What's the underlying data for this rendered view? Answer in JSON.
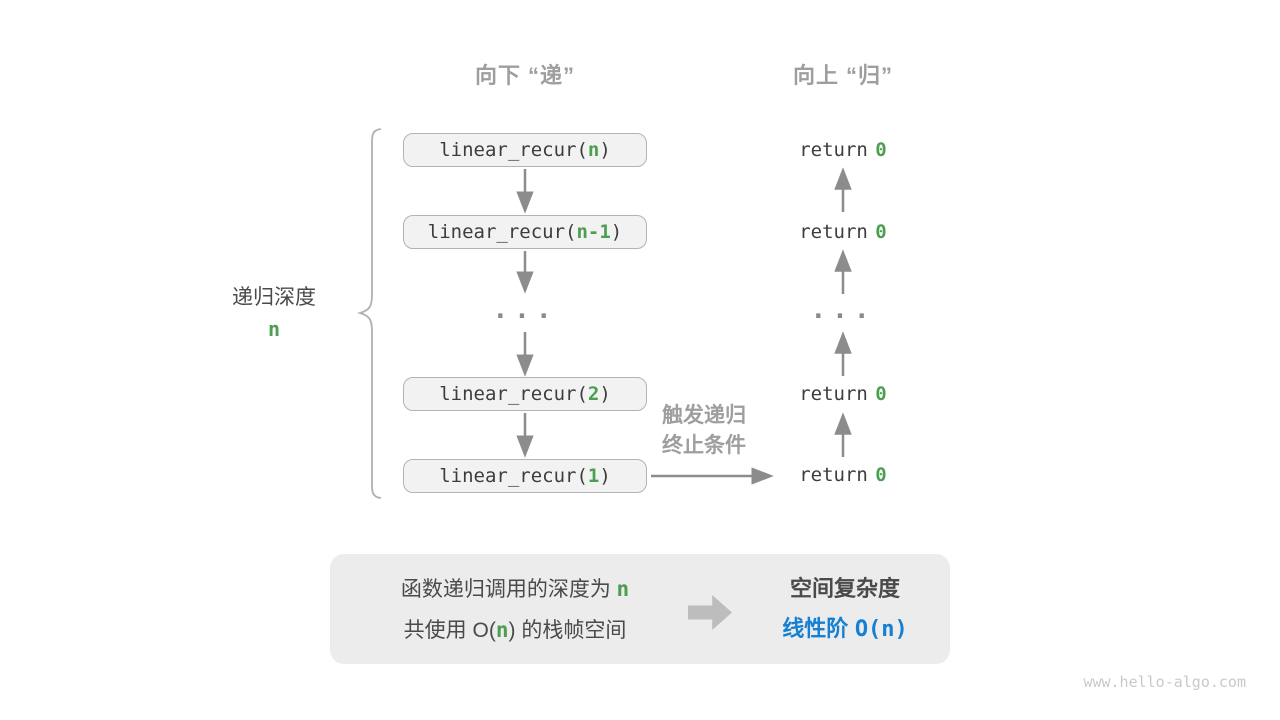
{
  "colors": {
    "green": "#4d9e50",
    "blue": "#1580d2"
  },
  "headers": {
    "descend": "向下 “递”",
    "ascend": "向上 “归”"
  },
  "depth_label": {
    "title": "递归深度",
    "value": "n"
  },
  "call_boxes": [
    {
      "prefix": "linear_recur(",
      "arg": "n",
      "suffix": ")"
    },
    {
      "prefix": "linear_recur(",
      "arg": "n-1",
      "suffix": ")"
    },
    {
      "prefix": "linear_recur(",
      "arg": "2",
      "suffix": ")"
    },
    {
      "prefix": "linear_recur(",
      "arg": "1",
      "suffix": ")"
    }
  ],
  "ellipsis": "...",
  "returns": [
    {
      "keyword": "return",
      "value": "0"
    },
    {
      "keyword": "return",
      "value": "0"
    },
    {
      "keyword": "return",
      "value": "0"
    },
    {
      "keyword": "return",
      "value": "0"
    }
  ],
  "terminate_label": {
    "line1": "触发递归",
    "line2": "终止条件"
  },
  "summary": {
    "depth_line": {
      "prefix": "函数递归调用的深度为",
      "value": "n"
    },
    "space_line": {
      "prefix": "共使用 O(",
      "value": "n",
      "suffix": ") 的栈帧空间"
    },
    "title": "空间复杂度",
    "complexity_label": "线性阶",
    "complexity_value": "O(n)"
  },
  "watermark": "www.hello-algo.com"
}
